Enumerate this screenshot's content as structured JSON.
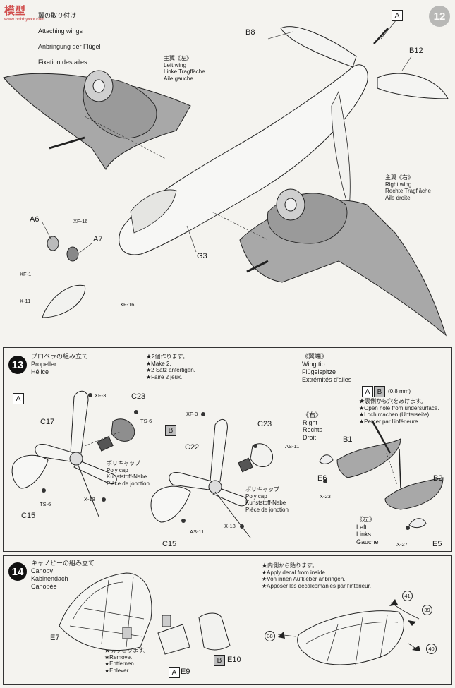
{
  "header": {
    "step_number": "12",
    "title_lines": [
      "翼の取り付け",
      "Attaching wings",
      "Anbringung der Flügel",
      "Fixation des ailes"
    ],
    "watermark": "模型",
    "watermark_url": "www.hobbyxxx.com"
  },
  "step12": {
    "left_wing_label": "主翼《左》\nLeft wing\nLinke Tragfläche\nAile gauche",
    "right_wing_label": "主翼《右》\nRight wing\nRechte Tragfläche\nAile droite",
    "parts": {
      "b8": "B8",
      "b12": "B12",
      "a": "A",
      "g3": "G3",
      "a6": "A6",
      "a7": "A7"
    },
    "codes": {
      "xf16a": "XF-16",
      "xf1": "XF-1",
      "x11": "X-11",
      "xf16b": "XF-16"
    }
  },
  "step13": {
    "number": "13",
    "title": "プロペラの組み立て\nPropeller\nHélice",
    "make2": "★2個作ります。\n★Make 2.\n★2 Satz anfertigen.\n★Faire 2 jeux.",
    "set_a": "A",
    "set_b": "B",
    "parts": {
      "c17": "C17",
      "c23a": "C23",
      "c15a": "C15",
      "c22": "C22",
      "c23b": "C23",
      "c15b": "C15"
    },
    "codes": {
      "xf3a": "XF-3",
      "ts6a": "TS-6",
      "ts6b": "TS-6",
      "x18a": "X-18",
      "xf3b": "XF-3",
      "as11a": "AS-11",
      "x18b": "X-18",
      "as11b": "AS-11"
    },
    "polycap_a": "ポリキャップ\nPoly cap\nKunststoff-Nabe\nPièce de jonction",
    "polycap_b": "ポリキャップ\nPoly cap\nKunststoff-Nabe\nPièce de jonction",
    "wingtip_title": "《翼端》\nWing tip\nFlügelspitze\nExtrémités d'ailes",
    "drill_a": "A",
    "drill_b": "B",
    "drill_size": "(0.8 mm)",
    "drill_text": "★裏側から穴をあけます。\n★Open hole from undersurface.\n★Loch machen (Unterseite).\n★Percer par l'inférieure.",
    "right_label": "《右》\nRight\nRechts\nDroit",
    "left_label": "《左》\nLeft\nLinks\nGauche",
    "wt_parts": {
      "b1": "B1",
      "e6": "E6",
      "b2": "B2",
      "e5": "E5"
    },
    "wt_codes": {
      "x23": "X-23",
      "x27": "X-27"
    }
  },
  "step14": {
    "number": "14",
    "title": "キャノピーの組み立て\nCanopy\nKabinendach\nCanopée",
    "decal_text": "★内側から貼ります。\n★Apply decal from inside.\n★Von innen Aufkleber anbringen.\n★Apposer les décalcomanies par l'intérieur.",
    "cut_text": "★切りとります。\n★Remove.\n★Entfernen.\n★Enlever.",
    "parts": {
      "e7": "E7",
      "e9": "E9",
      "e10": "E10",
      "set_a": "A",
      "set_b": "B"
    },
    "decals": [
      "41",
      "39",
      "40",
      "38"
    ]
  }
}
